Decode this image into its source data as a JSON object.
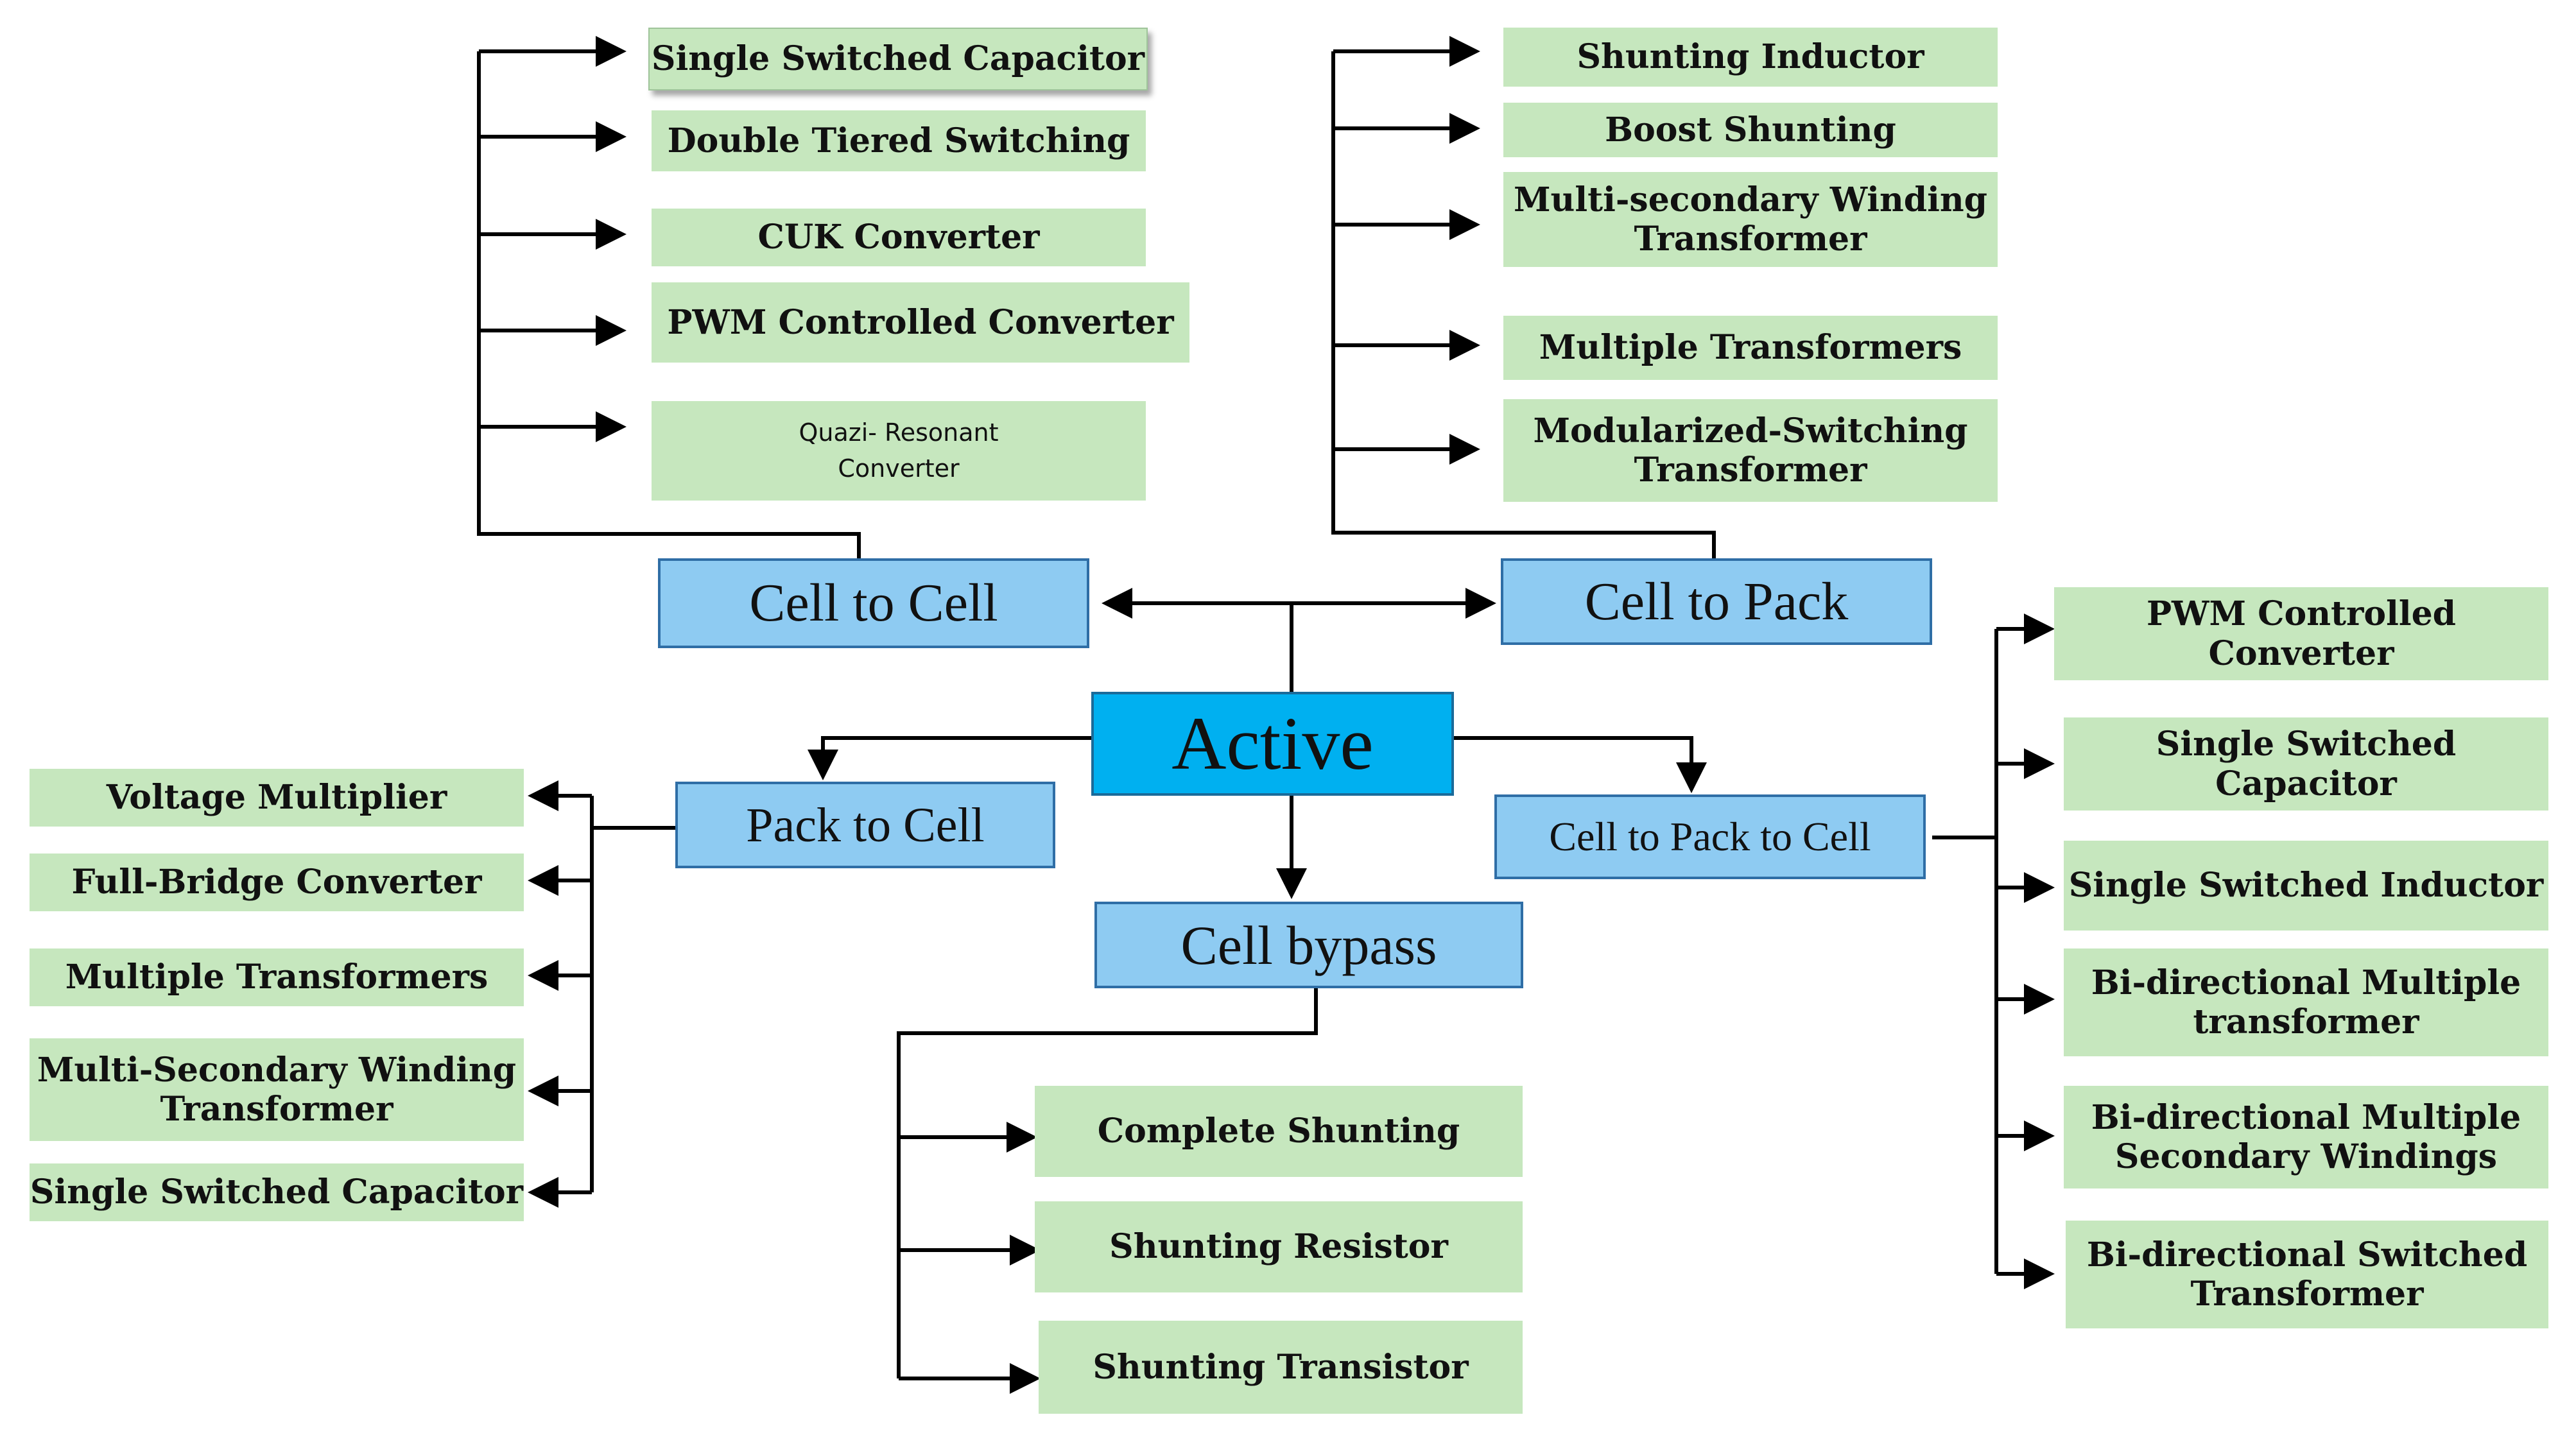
{
  "root": "Active",
  "categories": {
    "cell_to_cell": "Cell to Cell",
    "cell_to_pack": "Cell to Pack",
    "pack_to_cell": "Pack to Cell",
    "cell_to_pack_to_cell": "Cell to Pack to Cell",
    "cell_bypass": "Cell bypass"
  },
  "cell_to_cell_items": [
    "Single Switched Capacitor",
    "Double Tiered Switching",
    "CUK Converter",
    "PWM Controlled Converter",
    "Quazi- Resonant\nConverter"
  ],
  "cell_to_pack_items": [
    "Shunting Inductor",
    "Boost Shunting",
    "Multi-secondary Winding\nTransformer",
    "Multiple Transformers",
    "Modularized-Switching\nTransformer"
  ],
  "pack_to_cell_items": [
    "Voltage Multiplier",
    "Full-Bridge Converter",
    "Multiple Transformers",
    "Multi-Secondary Winding\nTransformer",
    "Single Switched Capacitor"
  ],
  "cell_to_pack_to_cell_items": [
    "PWM Controlled\nConverter",
    "Single Switched\nCapacitor",
    "Single Switched Inductor",
    "Bi-directional Multiple\ntransformer",
    "Bi-directional Multiple\nSecondary Windings",
    "Bi-directional Switched\nTransformer"
  ],
  "cell_bypass_items": [
    "Complete Shunting",
    "Shunting Resistor",
    "Shunting Transistor"
  ]
}
